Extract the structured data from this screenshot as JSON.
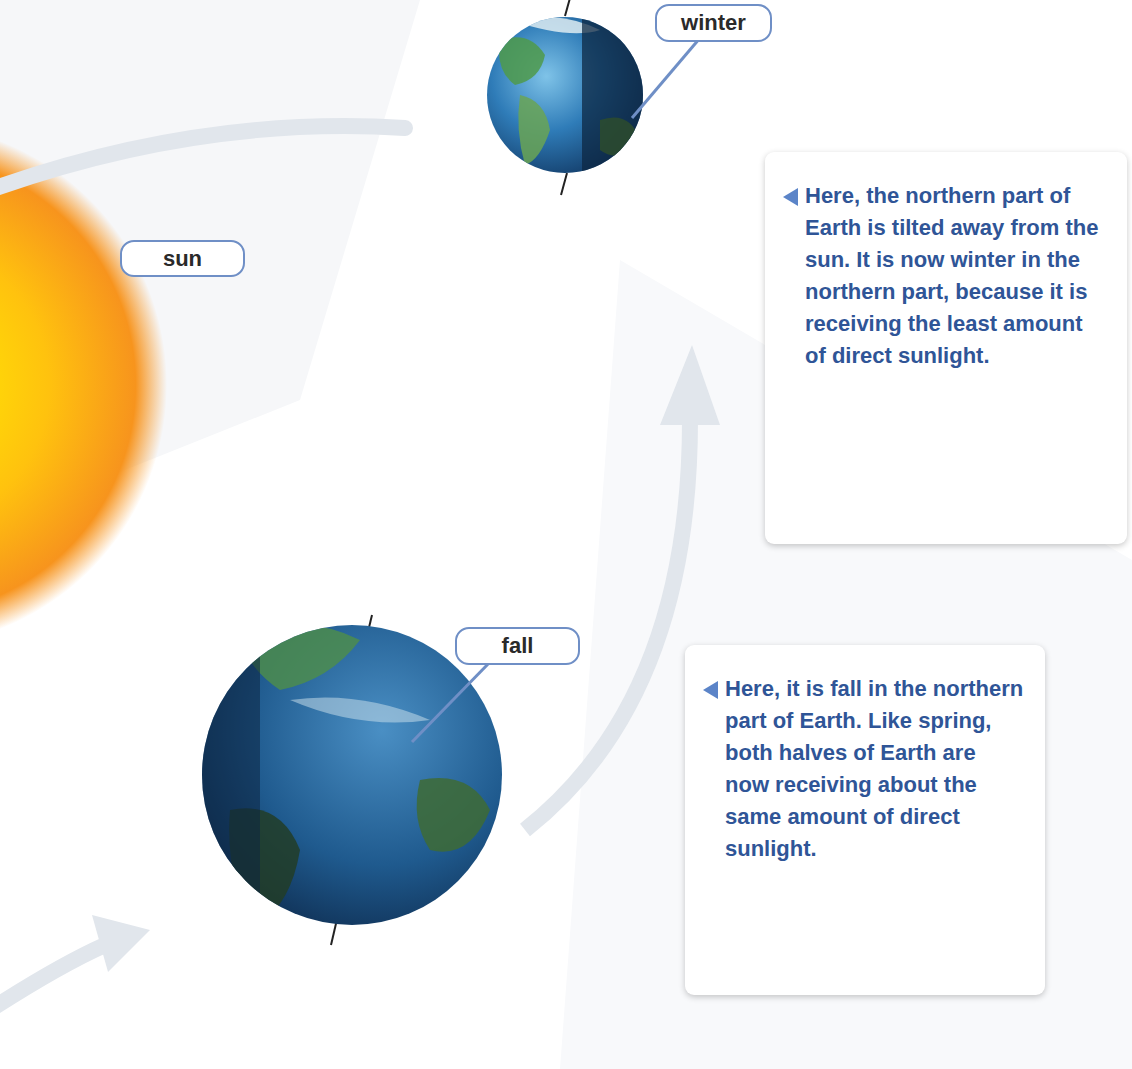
{
  "diagram": {
    "nodes": [
      {
        "text": [
          "winter"
        ]
      },
      {
        "text": [
          "Here, the northern part of Earth is tilted away from the sun. It is now winter in the northern part, because it is receiving the least amount of direct sunlight."
        ]
      },
      {
        "text": [
          "sun"
        ]
      },
      {
        "text": [
          "fall"
        ]
      },
      {
        "text": [
          "Here, it is fall in the northern part of Earth. Like spring, both halves of Earth are now receiving about the same amount of direct sunlight."
        ]
      }
    ]
  }
}
